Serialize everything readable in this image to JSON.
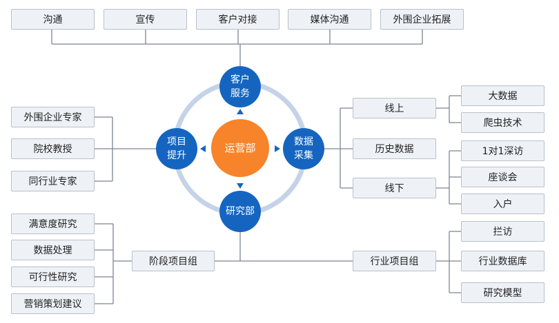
{
  "center": {
    "label": "运营部"
  },
  "nodes": {
    "service": [
      "客户",
      "服务"
    ],
    "data": [
      "数据",
      "采集"
    ],
    "project": [
      "项目",
      "提升"
    ],
    "research": "研究部"
  },
  "top_boxes": [
    "沟通",
    "宣传",
    "客户对接",
    "媒体沟通",
    "外围企业拓展"
  ],
  "left_experts": [
    "外围企业专家",
    "院校教授",
    "同行业专家"
  ],
  "data_branches": [
    "线上",
    "历史数据",
    "线下"
  ],
  "online_items": [
    "大数据",
    "爬虫技术"
  ],
  "offline_items": [
    "1对1深访",
    "座谈会",
    "入户"
  ],
  "stage_group": "阶段项目组",
  "stage_items": [
    "满意度研究",
    "数据处理",
    "可行性研究",
    "营销策划建议"
  ],
  "industry_group": "行业项目组",
  "industry_items": [
    "拦访",
    "行业数据库",
    "研究模型"
  ],
  "colors": {
    "blue": "#1565c0",
    "orange": "#f7842a",
    "ring": "#c5d3e8",
    "line": "#7a8592",
    "box_bg": "#eef2f7"
  }
}
